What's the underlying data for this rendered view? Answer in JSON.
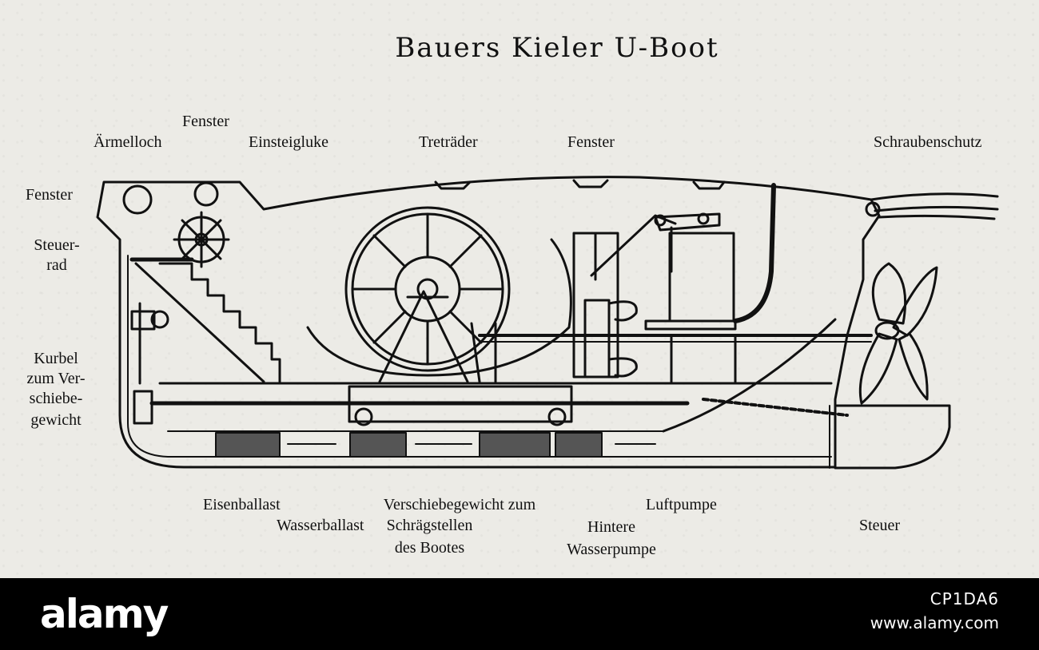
{
  "title": "Bauers Kieler U-Boot",
  "labels": {
    "fenster_top": "Fenster",
    "armelloch": "Ärmelloch",
    "einsteigluke": "Einsteigluke",
    "tretraeder": "Treträder",
    "fenster_mid": "Fenster",
    "schraubenschutz": "Schraubenschutz",
    "fenster_left": "Fenster",
    "steuerrad_1": "Steuer-",
    "steuerrad_2": "rad",
    "kurbel_1": "Kurbel",
    "kurbel_2": "zum Ver-",
    "kurbel_3": "schiebe-",
    "kurbel_4": "gewicht",
    "eisenballast": "Eisenballast",
    "wasserballast": "Wasserballast",
    "verschiebe_1": "Verschiebegewicht zum",
    "verschiebe_2": "Schrägstellen",
    "verschiebe_3": "des Bootes",
    "luftpumpe": "Luftpumpe",
    "hintere_1": "Hintere",
    "hintere_2": "Wasserpumpe",
    "steuer": "Steuer"
  },
  "watermark": {
    "logo": "alamy",
    "image_id": "CP1DA6",
    "site": "www.alamy.com"
  },
  "colors": {
    "ink": "#111111",
    "paper": "#ecebe6",
    "footer": "#000000"
  }
}
